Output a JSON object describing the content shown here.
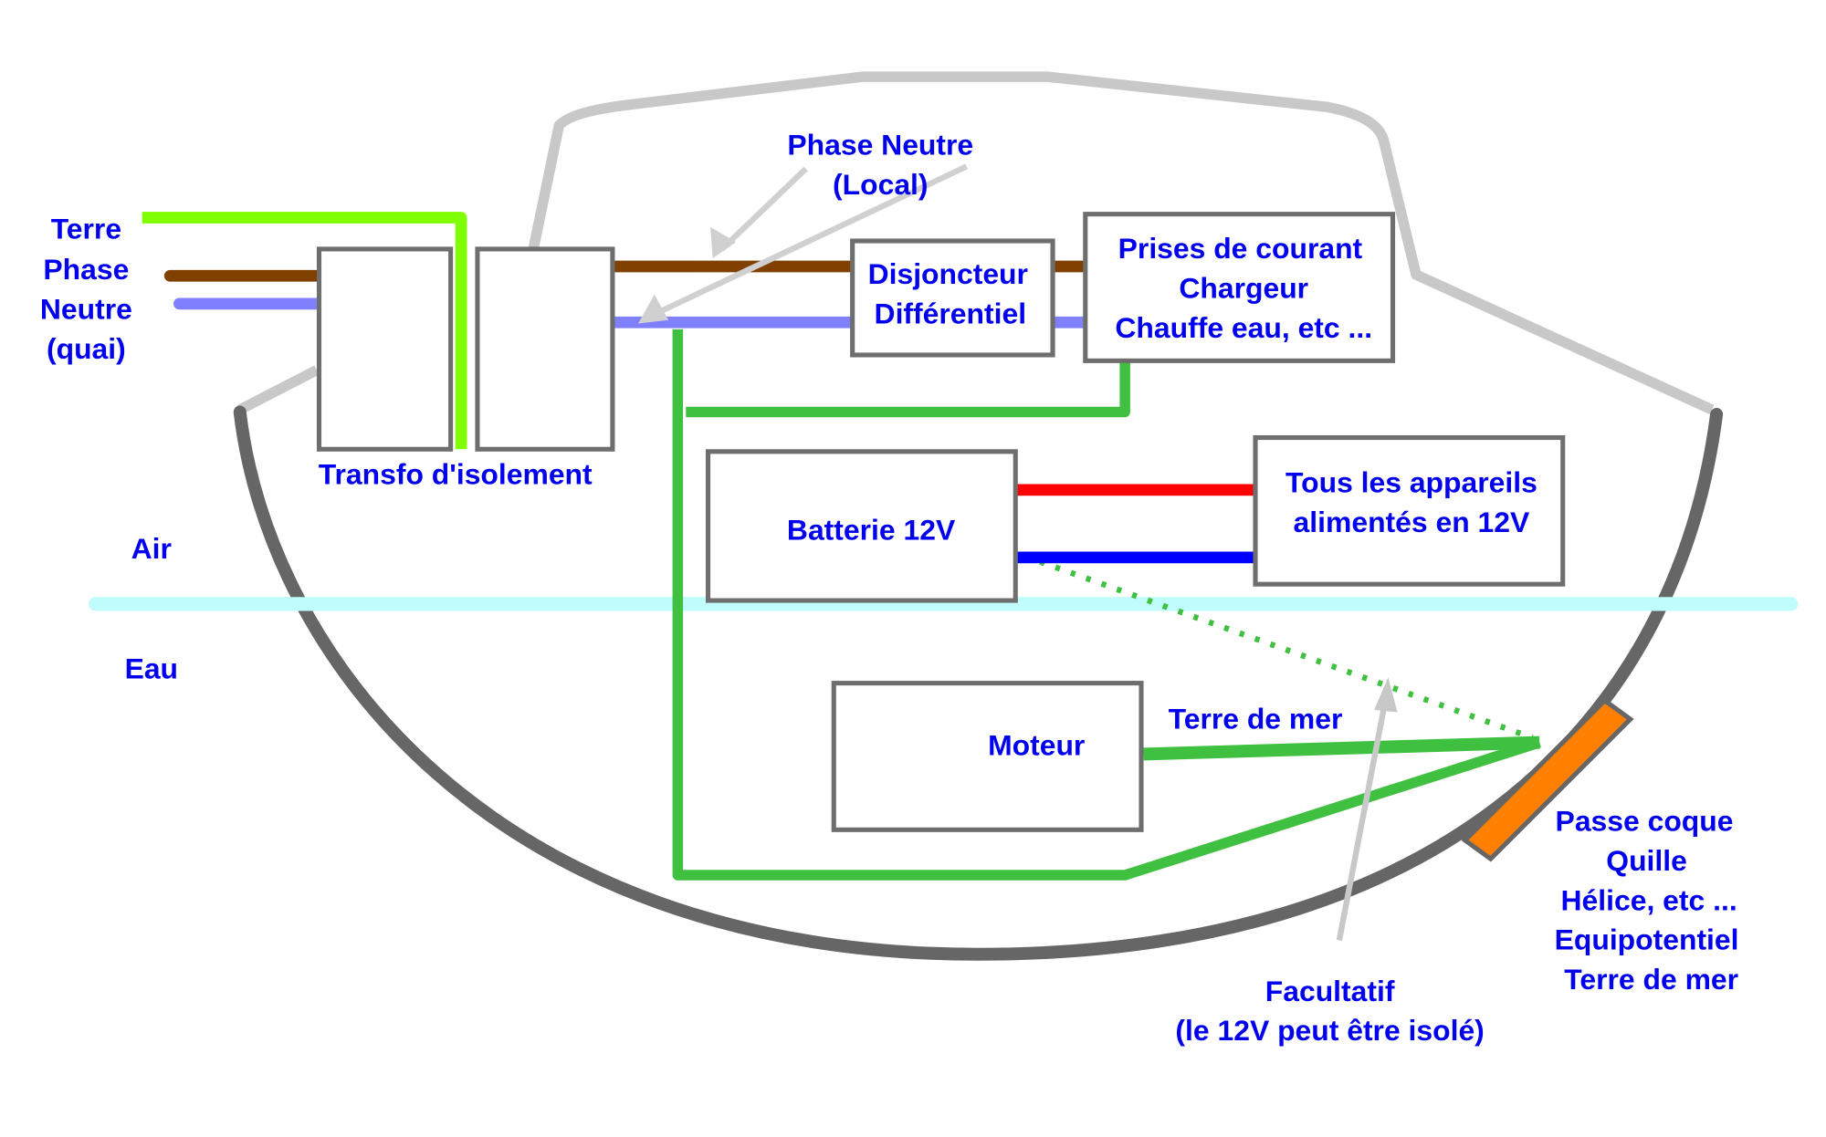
{
  "title": "Schéma électrique bateau - transfo d'isolement et terre de mer",
  "colors": {
    "terre_quai": "#80ff00",
    "phase": "#804000",
    "neutre": "#8080ff",
    "terre_mer": "#40c040",
    "plus_12v": "#ff0000",
    "moins_12v": "#0000ff",
    "waterline": "#c0fcfc",
    "hull": "#666666",
    "cabin": "#c8c8c8",
    "passe_coque": "#ff8000",
    "text": "#0000ee",
    "arrow": "#d0d0d0"
  },
  "labels": {
    "quai": [
      "Terre",
      "Phase",
      "Neutre",
      "(quai)"
    ],
    "phase_neutre_local": [
      "Phase Neutre",
      "(Local)"
    ],
    "transfo": "Transfo d'isolement",
    "disjoncteur": [
      "Disjoncteur",
      "Différentiel"
    ],
    "prises": [
      "Prises de courant",
      "Chargeur",
      "Chauffe eau, etc ..."
    ],
    "batterie": "Batterie 12V",
    "appareils_12v": [
      "Tous les appareils",
      "alimentés en 12V"
    ],
    "air": "Air",
    "eau": "Eau",
    "moteur": "Moteur",
    "terre_de_mer": "Terre de mer",
    "passe_coque": [
      "Passe coque",
      "Quille",
      "Hélice, etc ...",
      "Equipotentiel",
      "Terre de mer"
    ],
    "facultatif": [
      "Facultatif",
      "(le 12V peut être isolé)"
    ]
  }
}
